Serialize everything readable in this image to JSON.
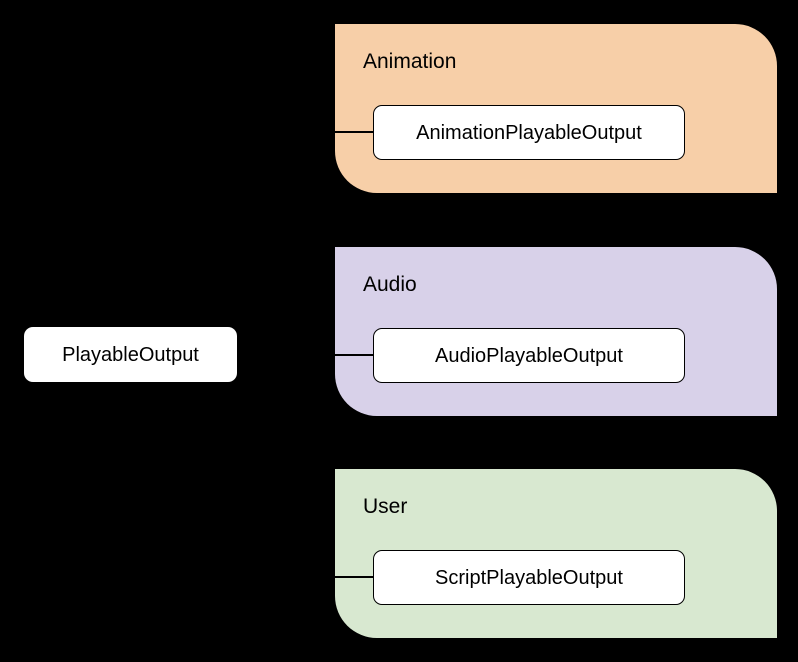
{
  "diagram": {
    "type": "class-hierarchy",
    "background_color": "#000000",
    "base_class": {
      "name": "PlayableOutput",
      "fill_color": "#FFFFFF",
      "text_color": "#000000"
    },
    "packages": [
      {
        "title": "Animation",
        "fill_color": "#F7CFA8",
        "members": [
          {
            "name": "AnimationPlayableOutput",
            "fill_color": "#FFFFFF"
          }
        ]
      },
      {
        "title": "Audio",
        "fill_color": "#D8D1E9",
        "members": [
          {
            "name": "AudioPlayableOutput",
            "fill_color": "#FFFFFF"
          }
        ]
      },
      {
        "title": "User",
        "fill_color": "#D8E8D0",
        "members": [
          {
            "name": "ScriptPlayableOutput",
            "fill_color": "#FFFFFF"
          }
        ]
      }
    ]
  },
  "layout": {
    "package_tops": [
      24,
      247,
      469
    ],
    "package_height": 169
  }
}
